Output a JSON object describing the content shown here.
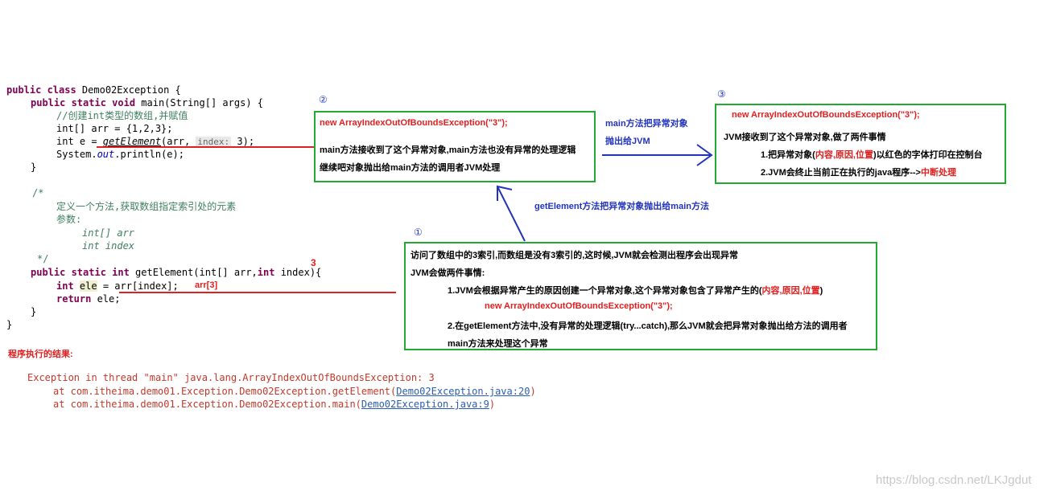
{
  "code": {
    "l1_kw": "public class",
    "l1_rest": " Demo02Exception {",
    "l2_kw": "public static void",
    "l2_rest": " main(String[] args) {",
    "l3": "//创建int类型的数组,并赋值",
    "l4": "int[] arr = {1,2,3};",
    "l5_a": "int e = ",
    "l5_call": "getElement",
    "l5_b": "(arr, ",
    "l5_hint": "index:",
    "l5_c": " 3);",
    "l6_a": "System.",
    "l6_out": "out",
    "l6_b": ".println(e);",
    "l7": "}",
    "c1": "/*",
    "c2": "定义一个方法,获取数组指定索引处的元素",
    "c3": "参数:",
    "c4": "int[] arr",
    "c5": "int index",
    "c6": "*/",
    "m1_kw": "public static int",
    "m1_a": " getElement(int[] arr,",
    "m1_kw2": "int",
    "m1_b": " index){",
    "m2_kw": "int",
    "m2_ele": "ele",
    "m2_rest": " = arr[index];",
    "m3_kw": "return",
    "m3_rest": " ele;",
    "m4": "}",
    "m5": "}"
  },
  "annot": {
    "index_val": "3",
    "arr_ref": "arr[3]"
  },
  "circles": {
    "c1": "①",
    "c2": "②",
    "c3": "③"
  },
  "box1": {
    "l1": "访问了数组中的3索引,而数组是没有3索引的,这时候,JVM就会检测出程序会出现异常",
    "l2": "JVM会做两件事情:",
    "l3_a": "1.JVM会根据异常产生的原因创建一个异常对象,这个异常对象包含了异常产生的(",
    "l3_red": "内容,原因,位置",
    "l3_b": ")",
    "l4": "new ArrayIndexOutOfBoundsException(\"3\");",
    "l5": "2.在getElement方法中,没有异常的处理逻辑(try...catch),那么JVM就会把异常对象抛出给方法的调用者",
    "l6": "main方法来处理这个异常"
  },
  "box2": {
    "l1": "new ArrayIndexOutOfBoundsException(\"3\");",
    "l2": "main方法接收到了这个异常对象,main方法也没有异常的处理逻辑",
    "l3": "继续吧对象抛出给main方法的调用者JVM处理"
  },
  "box3": {
    "l1": "new ArrayIndexOutOfBoundsException(\"3\");",
    "l2": "JVM接收到了这个异常对象,做了两件事情",
    "l3_a": "1.把异常对象(",
    "l3_red": "内容,原因,位置",
    "l3_b": ")以红色的字体打印在控制台",
    "l4_a": "2.JVM会终止当前正在执行的java程序-->",
    "l4_red": "中断处理"
  },
  "arrows": {
    "a1": "getElement方法把异常对象抛出给main方法",
    "a2_l1": "main方法把异常对象",
    "a2_l2": "抛出给JVM"
  },
  "result": {
    "label": "程序执行的结果:",
    "e1": "Exception in thread \"main\" java.lang.ArrayIndexOutOfBoundsException: 3",
    "e2_a": "at com.itheima.demo01.Exception.Demo02Exception.getElement(",
    "e2_link": "Demo02Exception.java:20",
    "e2_b": ")",
    "e3_a": "at com.itheima.demo01.Exception.Demo02Exception.main(",
    "e3_link": "Demo02Exception.java:9",
    "e3_b": ")"
  },
  "watermark": "https://blog.csdn.net/LKJgdut",
  "colors": {
    "green": "#22aa33",
    "red": "#e02020",
    "blue": "#2233bb"
  }
}
